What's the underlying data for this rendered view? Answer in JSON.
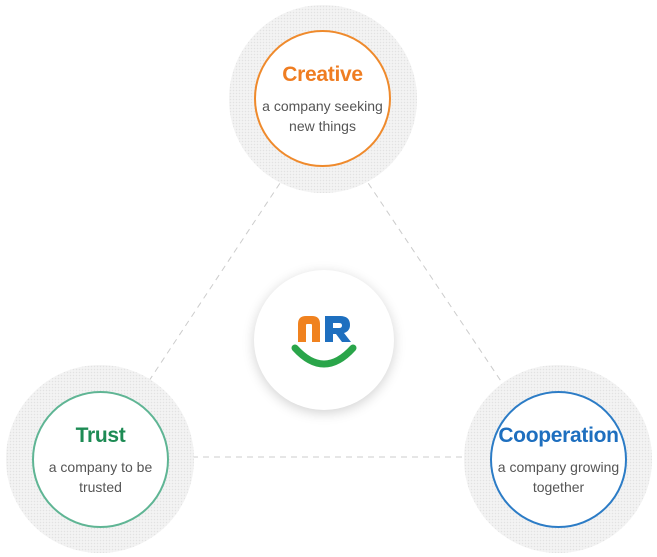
{
  "colors": {
    "creative": "#ef7d22",
    "trust": "#1d8b54",
    "cooperation": "#1e6fbf",
    "connector": "#cccccc"
  },
  "center": {
    "logo_text": "NR",
    "logo_name": "nr-logo-icon"
  },
  "nodes": {
    "creative": {
      "title": "Creative",
      "desc": "a company seeking new things"
    },
    "trust": {
      "title": "Trust",
      "desc": "a company to be trusted"
    },
    "cooperation": {
      "title": "Cooperation",
      "desc": "a company growing together"
    }
  }
}
